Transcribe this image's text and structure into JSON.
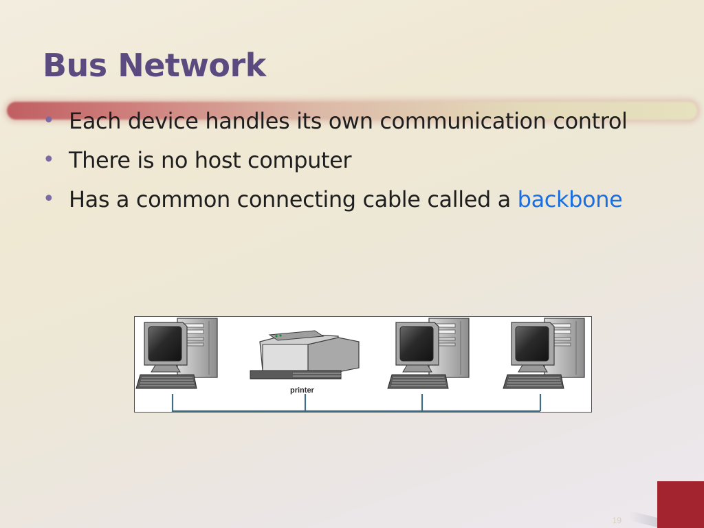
{
  "slide": {
    "title": "Bus Network",
    "bullets": [
      {
        "text": "Each device handles its own communication control"
      },
      {
        "text": "There is no host computer"
      },
      {
        "text": "Has a common connecting cable called a ",
        "accent": "backbone"
      }
    ],
    "bullet_glyph": "•",
    "slide_number": "19"
  },
  "diagram": {
    "printer_label": "printer",
    "devices": [
      "computer-icon",
      "printer-icon",
      "computer-icon",
      "computer-icon"
    ]
  },
  "colors": {
    "title": "#5b4a7f",
    "accent_text": "#1a6ee0",
    "bullet": "#7b6aa3",
    "corner_block": "#a3242f",
    "backbone": "#3f6e83"
  }
}
